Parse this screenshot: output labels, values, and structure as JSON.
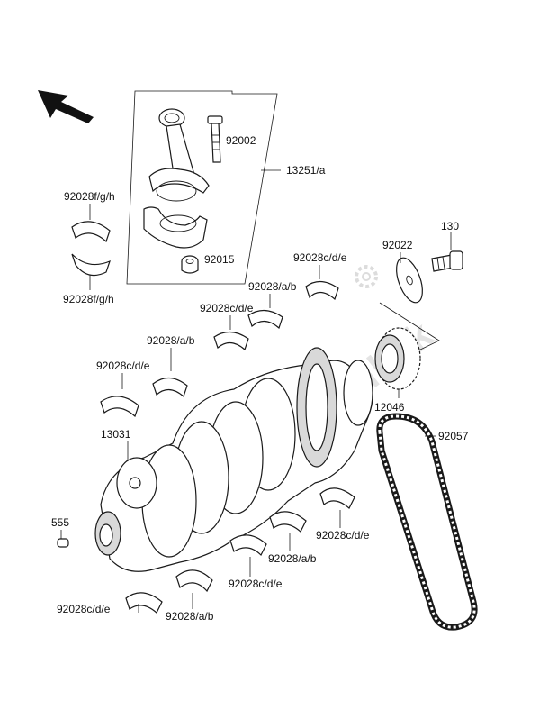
{
  "watermark": "PartsRepublik",
  "labels": {
    "connecting_rod_bolt": "92002",
    "connecting_rod_assy": "13251/a",
    "rod_bearing_upper": "92028f/g/h",
    "rod_bearing_lower": "92028f/g/h",
    "rod_nut": "92015",
    "sprocket_bolt": "130",
    "washer": "92022",
    "main_bearing_1": "92028c/d/e",
    "main_bearing_2": "92028/a/b",
    "main_bearing_3": "92028c/d/e",
    "main_bearing_4": "92028/a/b",
    "main_bearing_5": "92028c/d/e",
    "sprocket": "12046",
    "crankshaft": "13031",
    "chain": "92057",
    "pin": "555",
    "main_bearing_6": "92028c/d/e",
    "main_bearing_7": "92028/a/b",
    "main_bearing_8": "92028c/d/e",
    "main_bearing_9": "92028/a/b",
    "main_bearing_10": "92028c/d/e"
  }
}
